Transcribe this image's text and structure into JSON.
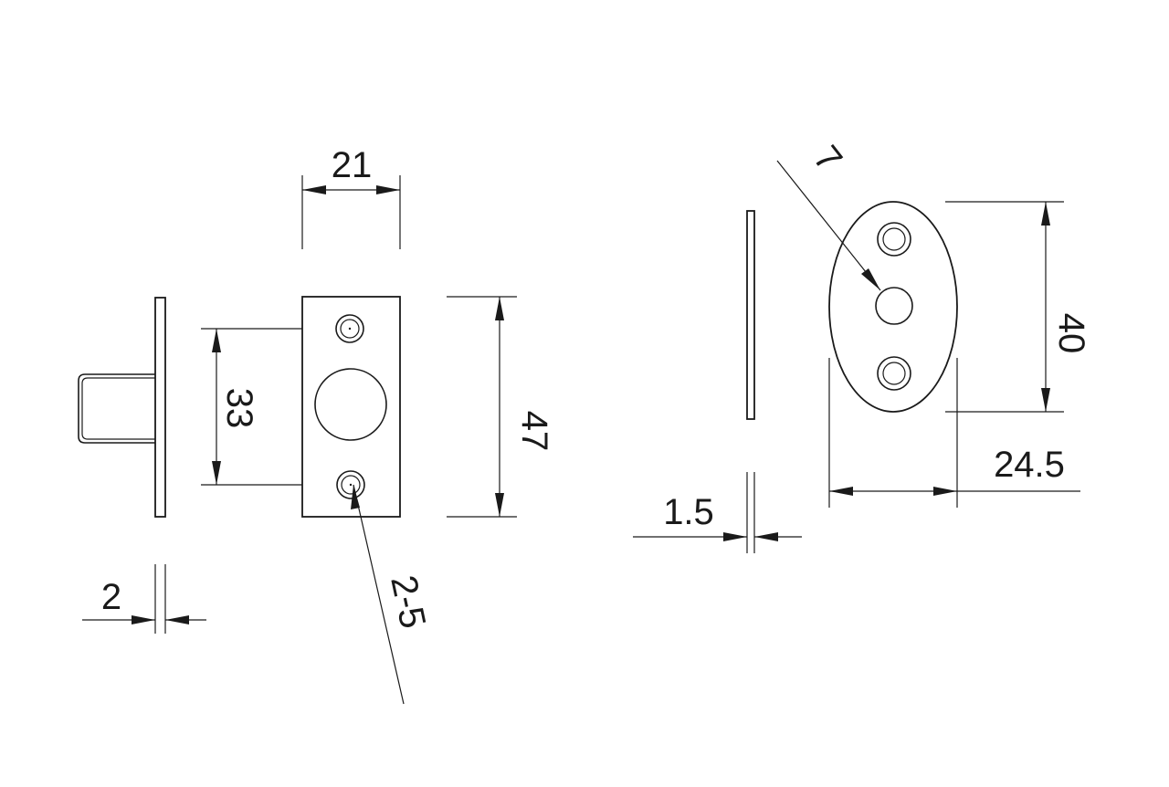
{
  "dimensions": {
    "bolt_width": "21",
    "plate_height": "47",
    "screw_spacing": "33",
    "screw_hole": "2-5",
    "plate_thickness": "2",
    "keep_thickness": "1.5",
    "keep_hole": "7",
    "keep_height": "40",
    "keep_width": "24.5"
  },
  "colors": {
    "line": "#1a1a1a",
    "background": "#ffffff"
  }
}
